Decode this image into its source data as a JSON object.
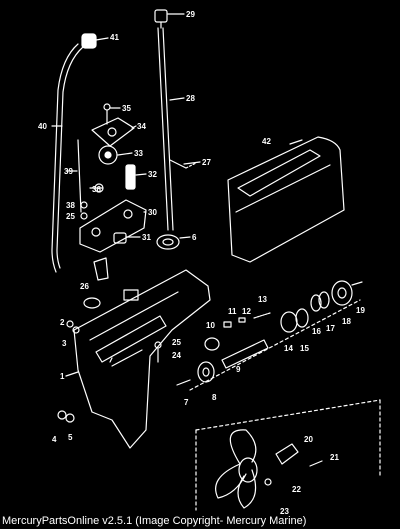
{
  "diagram": {
    "parts": [
      {
        "id": "1",
        "label": "1"
      },
      {
        "id": "2",
        "label": "2"
      },
      {
        "id": "3",
        "label": "3"
      },
      {
        "id": "4",
        "label": "4"
      },
      {
        "id": "5",
        "label": "5"
      },
      {
        "id": "6",
        "label": "6"
      },
      {
        "id": "7",
        "label": "7"
      },
      {
        "id": "8",
        "label": "8"
      },
      {
        "id": "9",
        "label": "9"
      },
      {
        "id": "10",
        "label": "10"
      },
      {
        "id": "11",
        "label": "11"
      },
      {
        "id": "12",
        "label": "12"
      },
      {
        "id": "13",
        "label": "13"
      },
      {
        "id": "14",
        "label": "14"
      },
      {
        "id": "15",
        "label": "15"
      },
      {
        "id": "16",
        "label": "16"
      },
      {
        "id": "17",
        "label": "17"
      },
      {
        "id": "18",
        "label": "18"
      },
      {
        "id": "19",
        "label": "19"
      },
      {
        "id": "20",
        "label": "20"
      },
      {
        "id": "21",
        "label": "21"
      },
      {
        "id": "22",
        "label": "22"
      },
      {
        "id": "23",
        "label": "23"
      },
      {
        "id": "24",
        "label": "24"
      },
      {
        "id": "25a",
        "label": "25"
      },
      {
        "id": "25b",
        "label": "25"
      },
      {
        "id": "26",
        "label": "26"
      },
      {
        "id": "27",
        "label": "27"
      },
      {
        "id": "28",
        "label": "28"
      },
      {
        "id": "29",
        "label": "29"
      },
      {
        "id": "30",
        "label": "30"
      },
      {
        "id": "31",
        "label": "31"
      },
      {
        "id": "32",
        "label": "32"
      },
      {
        "id": "33",
        "label": "33"
      },
      {
        "id": "34",
        "label": "34"
      },
      {
        "id": "35",
        "label": "35"
      },
      {
        "id": "36",
        "label": "36"
      },
      {
        "id": "38",
        "label": "38"
      },
      {
        "id": "39",
        "label": "39"
      },
      {
        "id": "40",
        "label": "40"
      },
      {
        "id": "41",
        "label": "41"
      },
      {
        "id": "42",
        "label": "42"
      }
    ]
  },
  "footer": {
    "text": "MercuryPartsOnline v2.5.1 (Image Copyright- Mercury Marine)"
  },
  "colors": {
    "background": "#000000",
    "ink": "#ffffff"
  }
}
